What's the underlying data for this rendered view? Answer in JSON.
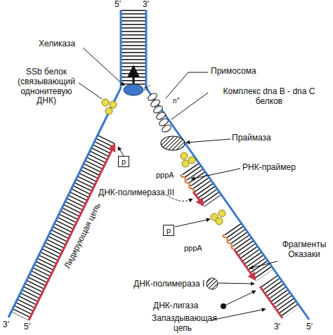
{
  "diagram": {
    "nodes": [
      {
        "text": [
          "p"
        ]
      },
      {
        "text": [
          "p"
        ]
      }
    ],
    "labels": [
      "5′",
      "3′",
      "Хеликаза",
      "SSb белок (связывающий однонитевую ДНК)",
      "n′",
      "n″",
      "Примосома",
      "Комплекс dna B - dna C белков",
      "Праймаза",
      "РНК-праймер",
      "ДНК-полимераза III",
      "pppA",
      "pppA",
      "Фрагменты Оказаки",
      "ДНК-полимераза I",
      "ДНК-лигаза",
      "Запаздывающая цепь",
      "Лидирующая цепь",
      "3′",
      "5′",
      "3′",
      "5′"
    ]
  }
}
